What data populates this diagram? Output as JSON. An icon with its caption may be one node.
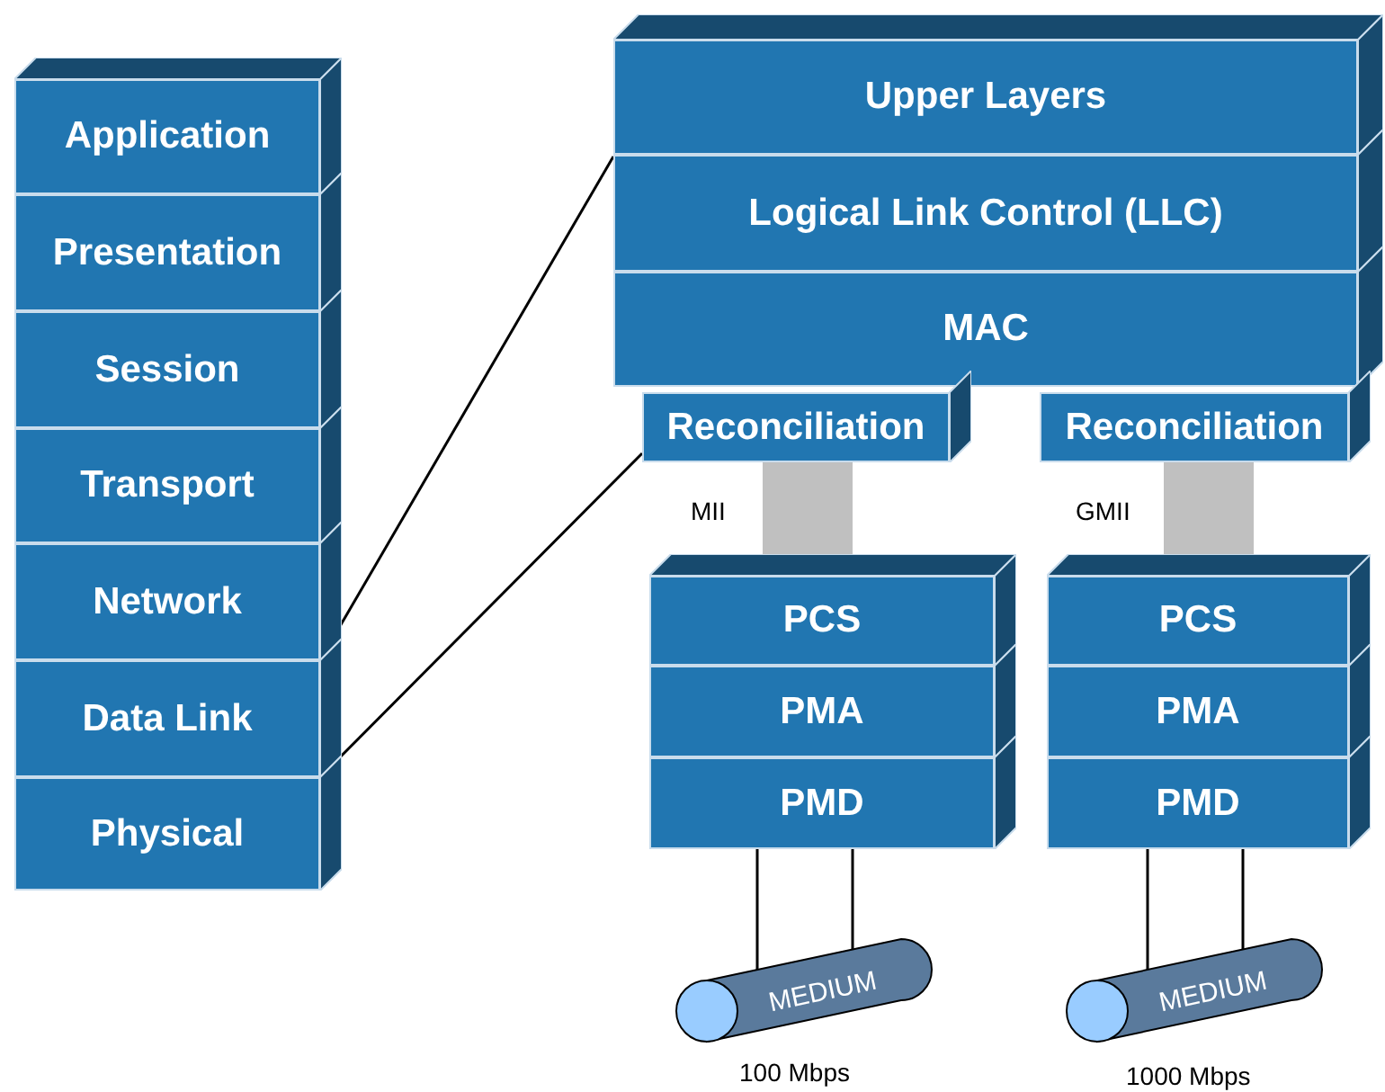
{
  "diagram": {
    "nodes": [
      {
        "text": [
          "Application"
        ]
      },
      {
        "text": [
          "Presentation"
        ]
      },
      {
        "text": [
          "Session"
        ]
      },
      {
        "text": [
          "Transport"
        ]
      },
      {
        "text": [
          "Network"
        ]
      },
      {
        "text": [
          "Data Link"
        ]
      },
      {
        "text": [
          "Physical"
        ]
      },
      {
        "text": [
          "Upper Layers"
        ]
      },
      {
        "text": [
          "Logical Link Control (LLC)"
        ]
      },
      {
        "text": [
          "MAC"
        ]
      },
      {
        "text": [
          "Reconciliation"
        ]
      },
      {
        "text": [
          "Reconciliation"
        ]
      },
      {
        "text": [
          "PCS"
        ]
      },
      {
        "text": [
          "PMA"
        ]
      },
      {
        "text": [
          "PMD"
        ]
      },
      {
        "text": [
          "PCS"
        ]
      },
      {
        "text": [
          "PMA"
        ]
      },
      {
        "text": [
          "PMD"
        ]
      },
      {
        "text": [
          "MEDIUM"
        ],
        "beside": [
          "100 Mbps"
        ]
      },
      {
        "text": [
          "MEDIUM"
        ],
        "beside": [
          "1000 Mbps"
        ]
      }
    ],
    "edges": [
      {
        "from": 5,
        "to": 8,
        "arrow": "none"
      },
      {
        "from": 5,
        "to": 10,
        "arrow": "none"
      },
      {
        "from": 10,
        "to": 12,
        "arrow": "none",
        "label": "MII",
        "style": "thick",
        "color": "#c0c0c0"
      },
      {
        "from": 11,
        "to": 15,
        "arrow": "none",
        "label": "GMII",
        "style": "thick",
        "color": "#c0c0c0"
      },
      {
        "from": 14,
        "to": 18,
        "arrow": "none"
      },
      {
        "from": 14,
        "to": 18,
        "arrow": "none"
      },
      {
        "from": 17,
        "to": 19,
        "arrow": "none"
      },
      {
        "from": 17,
        "to": 19,
        "arrow": "none"
      }
    ]
  }
}
